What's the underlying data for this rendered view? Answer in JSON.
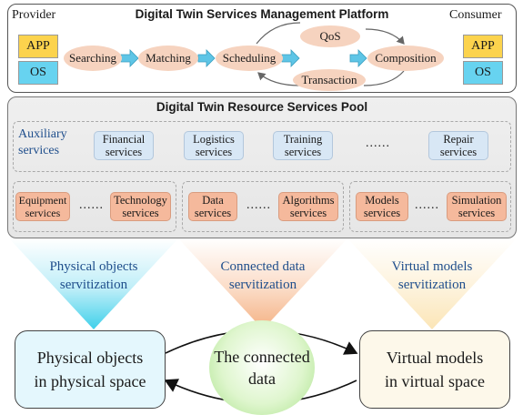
{
  "platform": {
    "title": "Digital Twin Services Management Platform",
    "provider_label": "Provider",
    "consumer_label": "Consumer",
    "app_label": "APP",
    "os_label": "OS",
    "flow": [
      "Searching",
      "Matching",
      "Scheduling",
      "Composition"
    ],
    "qos_label": "QoS",
    "transaction_label": "Transaction"
  },
  "pool": {
    "title": "Digital Twin Resource Services Pool",
    "auxiliary_label": "Auxiliary\nservices",
    "auxiliary_items": [
      "Financial\nservices",
      "Logistics\nservices",
      "Training\nservices",
      "Repair\nservices"
    ],
    "ellipsis": "......",
    "physical_group": [
      "Equipment\nservices",
      "Technology\nservices"
    ],
    "data_group": [
      "Data\nservices",
      "Algorithms\nservices"
    ],
    "model_group": [
      "Models\nservices",
      "Simulation\nservices"
    ]
  },
  "servitization": {
    "physical": "Physical objects\nservitization",
    "data": "Connected data\nservitization",
    "virtual": "Virtual models\nservitization"
  },
  "bottom": {
    "physical_box": "Physical  objects\nin physical space",
    "data_circle": "The connected\ndata",
    "virtual_box": "Virtual models\nin virtual space"
  },
  "colors": {
    "app": "#fcd34d",
    "os": "#67d3f0",
    "flow_ellipse": "#f6d3bf",
    "arrow": "#5ec5e6",
    "aux_service": "#d8e7f5",
    "resource_service": "#f5b99c",
    "triangle_blue": "#3fd0ea",
    "triangle_orange": "#f4b183",
    "triangle_cream": "#fbe5b6",
    "circle_green": "#a9e28a",
    "label_blue": "#1f4e8c"
  }
}
